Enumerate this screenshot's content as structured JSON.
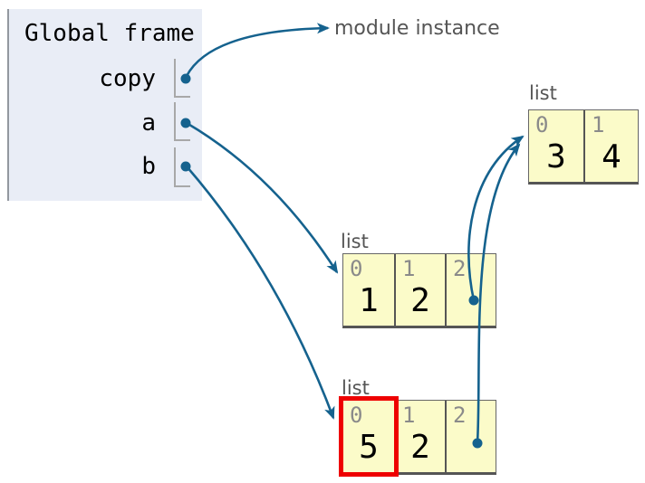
{
  "frame": {
    "title": "Global frame",
    "variables": [
      {
        "name": "copy",
        "points_to": "module instance"
      },
      {
        "name": "a",
        "points_to": "list [1, 2, ->list[3,4]]"
      },
      {
        "name": "b",
        "points_to": "list [5, 2, ->list[3,4]]"
      }
    ]
  },
  "module_instance_label": "module instance",
  "lists": [
    {
      "label": "list",
      "cells": [
        {
          "index": "0",
          "value": "3"
        },
        {
          "index": "1",
          "value": "4"
        }
      ]
    },
    {
      "label": "list",
      "cells": [
        {
          "index": "0",
          "value": "1"
        },
        {
          "index": "1",
          "value": "2"
        },
        {
          "index": "2",
          "value": "",
          "pointer": true,
          "points_to": "list [3, 4]"
        }
      ]
    },
    {
      "label": "list",
      "cells": [
        {
          "index": "0",
          "value": "5",
          "highlighted": true
        },
        {
          "index": "1",
          "value": "2"
        },
        {
          "index": "2",
          "value": "",
          "pointer": true,
          "points_to": "list [3, 4]"
        }
      ]
    }
  ],
  "colors": {
    "arrow_blue": "#15628e",
    "highlight_red": "#ee0000",
    "cell_yellow": "#fbfbc9",
    "frame_blue": "#e9edf6",
    "frame_border_gray": "#93989f",
    "bracket_gray": "#a8a8a8",
    "cell_border_gray": "#555555",
    "label_gray": "#555555",
    "index_gray": "#8a8a8a",
    "value_black": "#000000"
  }
}
